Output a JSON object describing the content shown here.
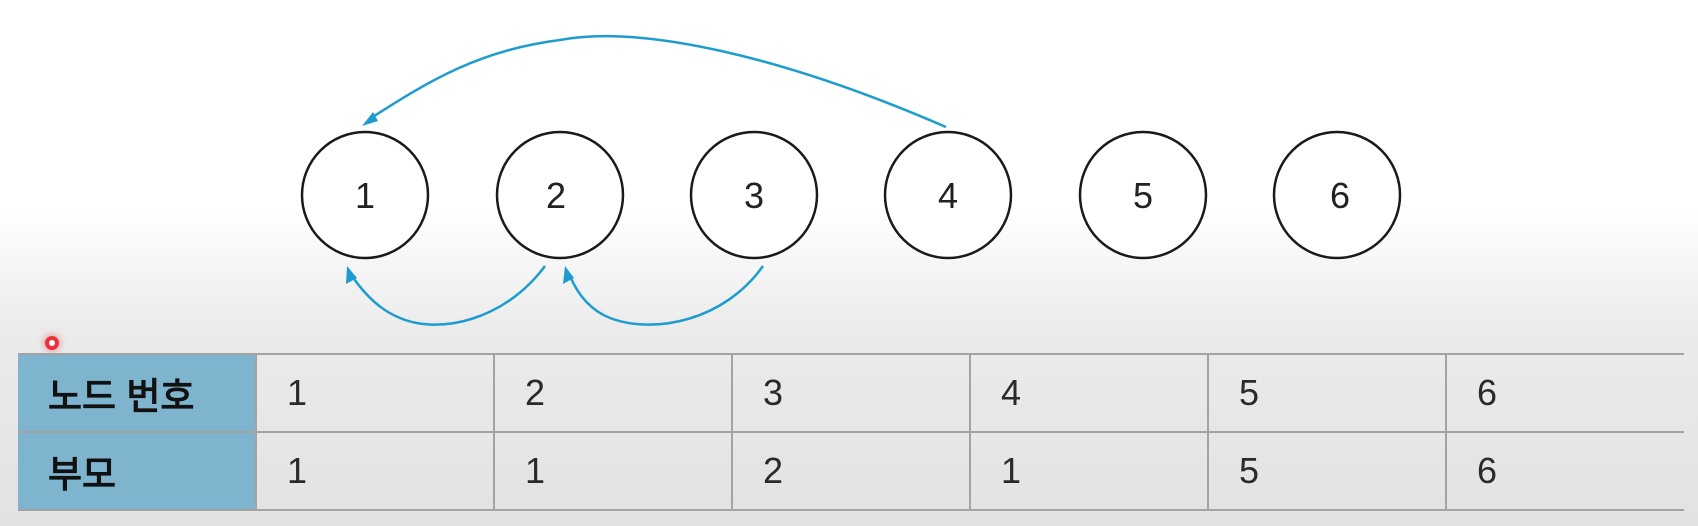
{
  "diagram": {
    "nodes": [
      "1",
      "2",
      "3",
      "4",
      "5",
      "6"
    ],
    "edges": [
      {
        "from": "2",
        "to": "1"
      },
      {
        "from": "3",
        "to": "2"
      },
      {
        "from": "4",
        "to": "1"
      }
    ],
    "colors": {
      "edge": "#1e9ccf",
      "node_stroke": "#1a1a1a",
      "header_fill": "#7fb4cf"
    }
  },
  "table": {
    "rows": [
      {
        "header": "노드 번호",
        "cells": [
          "1",
          "2",
          "3",
          "4",
          "5",
          "6"
        ]
      },
      {
        "header": "부모",
        "cells": [
          "1",
          "1",
          "2",
          "1",
          "5",
          "6"
        ]
      }
    ]
  }
}
